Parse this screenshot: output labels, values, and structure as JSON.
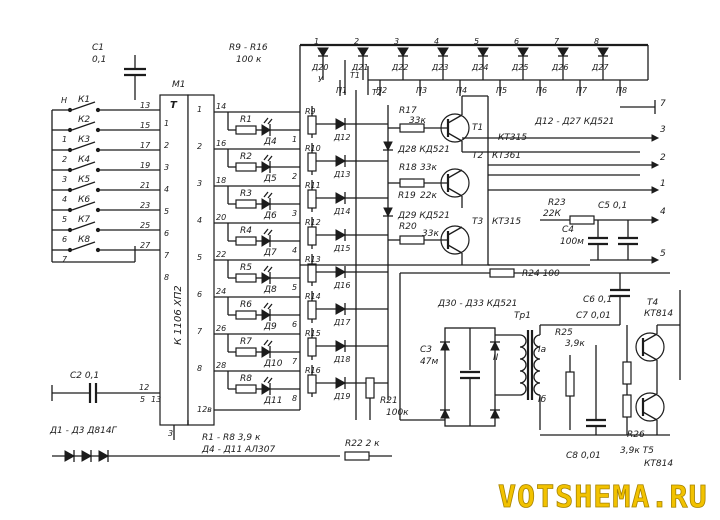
{
  "labels": {
    "c1": "C1",
    "c1_val": "0,1",
    "r9_r16": "R9 - R16",
    "r9_r16_val": "100 к",
    "m1": "M1",
    "t_pin": "T",
    "chip_part": "К 1106 ХП2",
    "c2": "C2 0,1",
    "d1_d3": "Д1 - Д3  Д814Г",
    "r1_r8": "R1 - R8  3,9 к",
    "d4_d11": "Д4 - Д11  АЛ307",
    "r22": "R22  2 к",
    "d12_d27": "Д12 - Д27  КД521",
    "t1": "T1",
    "t1_part": "КТ315",
    "t2": "T2",
    "t2_part": "КТ361",
    "t3": "T3",
    "t3_part": "КТ315",
    "r17": "R17",
    "r17_val": "33к",
    "r18": "R18",
    "r18_val": "33к",
    "r19": "R19",
    "r19_val": "22к",
    "r20": "R20",
    "r20_val": "33к",
    "d28": "Д28  КД521",
    "d29": "Д29  КД521",
    "r23": "R23",
    "r23_val": "22К",
    "c5": "C5 0,1",
    "c4": "C4",
    "c4_val": "100м",
    "r24": "R24 100",
    "d30_d33": "Д30 - Д33  КД521",
    "tp1": "Тр1",
    "c3": "C3",
    "c3_val": "47м",
    "c6": "C6 0,1",
    "c7": "C7 0,01",
    "c8": "C8 0,01",
    "r25": "R25",
    "r25_val": "3,9к",
    "r26": "R26",
    "t4": "Т4",
    "t4_part": "КТ814",
    "t5": "3,9к  Т5",
    "t5_part": "КТ814",
    "r21": "R21",
    "r21_val": "100к",
    "winding_2": "II",
    "winding_1a": "Iа",
    "winding_1b": "Iб",
    "watermark": "VOTSHEMA.RU"
  },
  "switches": [
    {
      "label": "К1",
      "num": "",
      "pin": "13"
    },
    {
      "label": "К2",
      "num": "1",
      "pin": "15"
    },
    {
      "label": "К3",
      "num": "2",
      "pin": "17"
    },
    {
      "label": "К4",
      "num": "3",
      "pin": "19"
    },
    {
      "label": "К5",
      "num": "4",
      "pin": "21"
    },
    {
      "label": "К6",
      "num": "5",
      "pin": "23"
    },
    {
      "label": "К7",
      "num": "6",
      "pin": "25"
    },
    {
      "label": "К8",
      "num": "7",
      "pin": "27"
    }
  ],
  "switch_head": "Н",
  "chip_left_pins": [
    "1",
    "2",
    "3",
    "4",
    "5",
    "6",
    "7",
    "8"
  ],
  "chip_left_extra": [
    "12",
    "5",
    "13"
  ],
  "chip_bottom_pin": "3",
  "chip_right_pins": [
    "1",
    "2",
    "3",
    "4",
    "5",
    "6",
    "7",
    "8",
    "12в"
  ],
  "chip_out_pins": [
    "14",
    "16",
    "18",
    "20",
    "22",
    "24",
    "26",
    "28"
  ],
  "led_rows": [
    {
      "r": "R1",
      "d": "Д4",
      "rr": "R9",
      "dd": "Д12",
      "n": "1"
    },
    {
      "r": "R2",
      "d": "Д5",
      "rr": "R10",
      "dd": "Д13",
      "n": "2"
    },
    {
      "r": "R3",
      "d": "Д6",
      "rr": "R11",
      "dd": "Д14",
      "n": "3"
    },
    {
      "r": "R4",
      "d": "Д7",
      "rr": "R12",
      "dd": "Д15",
      "n": "4"
    },
    {
      "r": "R5",
      "d": "Д8",
      "rr": "R13",
      "dd": "Д16",
      "n": "5"
    },
    {
      "r": "R6",
      "d": "Д9",
      "rr": "R14",
      "dd": "Д17",
      "n": "6"
    },
    {
      "r": "R7",
      "d": "Д10",
      "rr": "R15",
      "dd": "Д18",
      "n": "7"
    },
    {
      "r": "R8",
      "d": "Д11",
      "rr": "R16",
      "dd": "Д19",
      "n": "8"
    }
  ],
  "bus": {
    "top_nums": [
      "1",
      "2",
      "3",
      "4",
      "5",
      "6",
      "7",
      "8"
    ],
    "top_diodes": [
      "Д20",
      "Д21",
      "Д22",
      "Д23",
      "Д24",
      "Д25",
      "Д26",
      "Д27"
    ],
    "segments": [
      "П1",
      "П2",
      "П3",
      "П4",
      "П5",
      "П6",
      "П7",
      "П8"
    ],
    "t1_tap": "Т1",
    "t2_tap": "Т2",
    "y": "У"
  },
  "outputs": [
    "7",
    "3",
    "2",
    "1",
    "4",
    "5"
  ]
}
